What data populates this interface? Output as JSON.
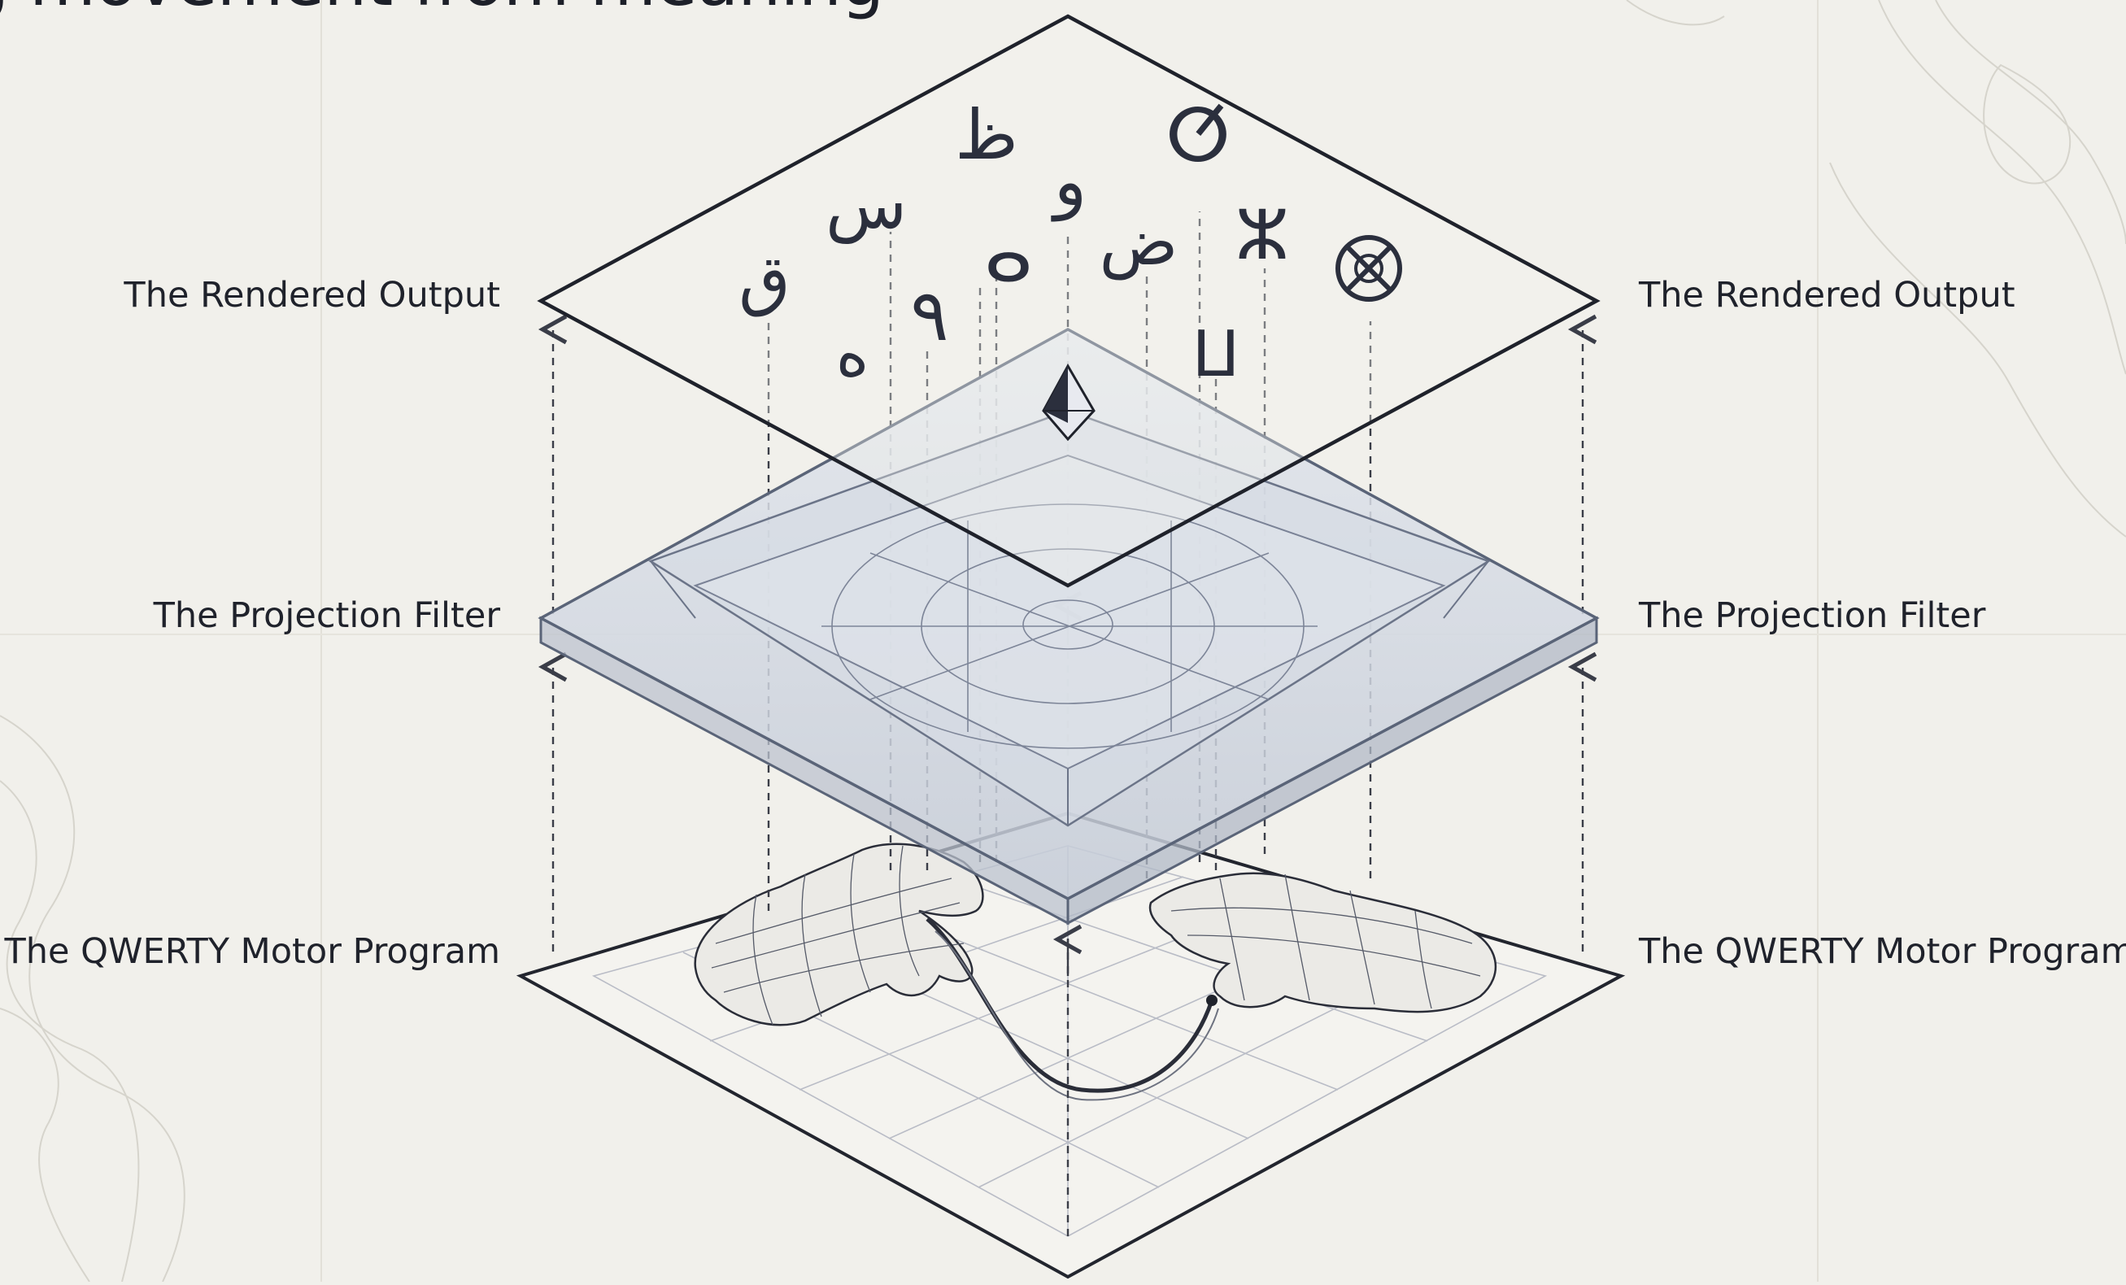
{
  "title": "g movement from meaning",
  "layers": {
    "output": "The Rendered Output",
    "filter": "The Projection Filter",
    "motor": "The QWERTY Motor Program"
  },
  "glyphs": [
    "ق",
    "س",
    "ه",
    "ظ",
    "٩",
    "و",
    "ض",
    "ⴰ",
    "ⵣ",
    "ⵡ",
    "ⵚ"
  ],
  "colors": {
    "background": "#f1f0eb",
    "ink": "#1f222b",
    "filter_fill": "#c8ced9",
    "filter_edge": "#5a6478"
  }
}
